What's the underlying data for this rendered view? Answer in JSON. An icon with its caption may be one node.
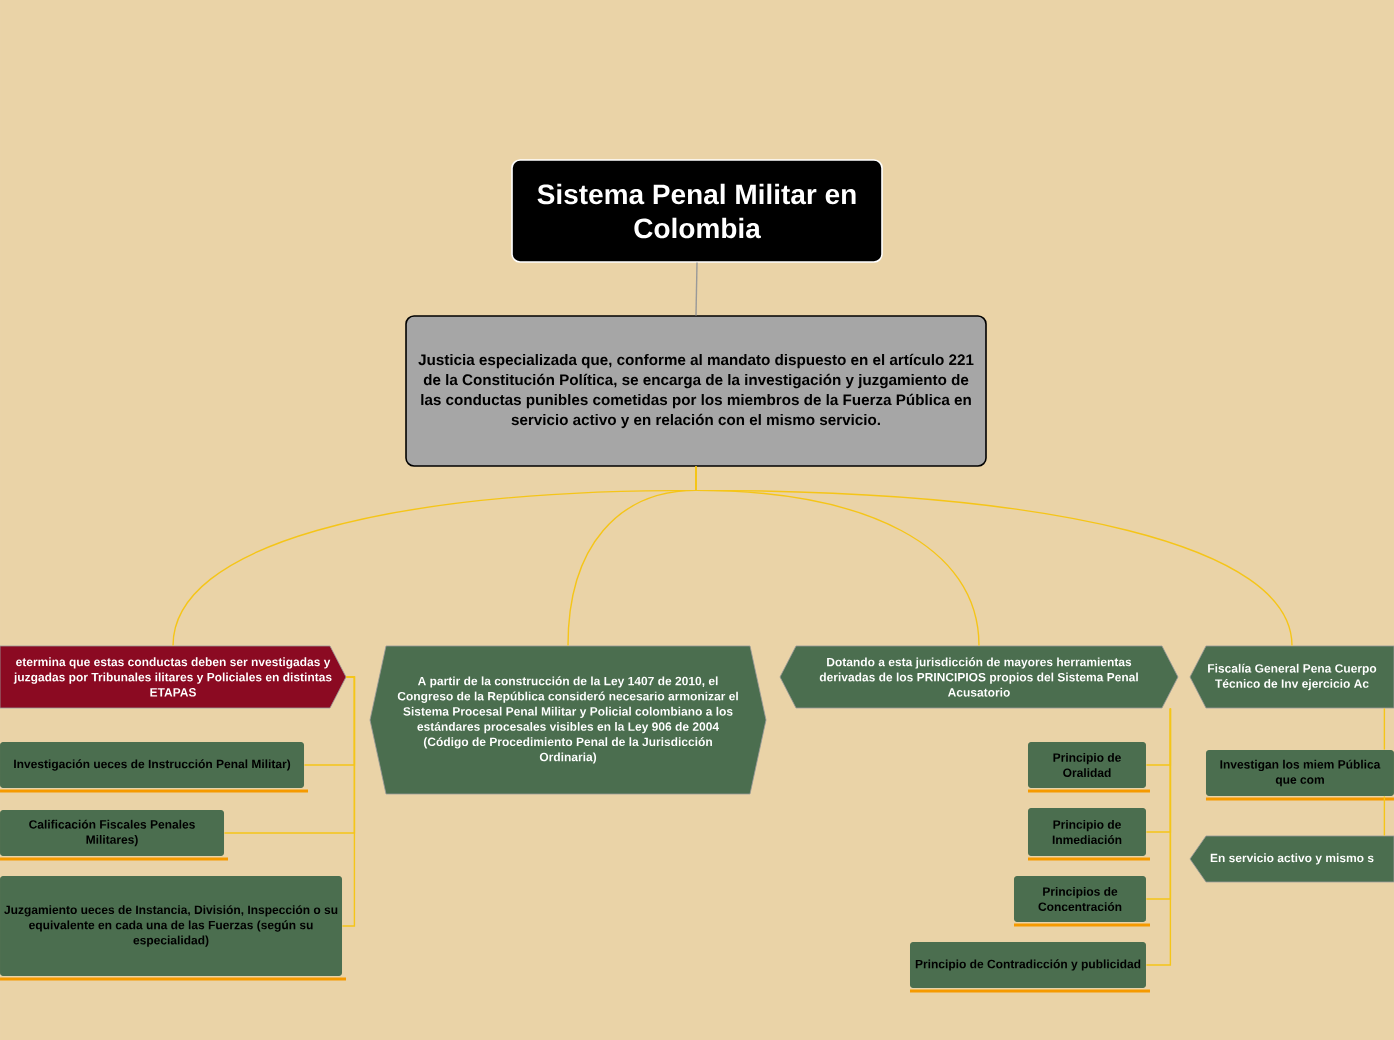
{
  "diagram": {
    "nodes": [
      {
        "text": [
          "Sistema Penal Militar en Colombia"
        ]
      },
      {
        "text": [
          "Justicia especializada que, conforme al mandato dispuesto en el artículo 221 de la Constitución Política, se encarga de la investigación y juzgamiento de las conductas punibles cometidas por los miembros de la Fuerza Pública en servicio activo y en relación con el mismo servicio."
        ]
      },
      {
        "text": [
          "etermina que estas conductas deben ser nvestigadas y juzgadas por Tribunales ilitares y Policiales en distintas ETAPAS"
        ]
      },
      {
        "text": [
          "Investigación ueces de Instrucción Penal Militar)"
        ]
      },
      {
        "text": [
          "Calificación Fiscales Penales Militares)"
        ]
      },
      {
        "text": [
          "Juzgamiento ueces de Instancia, División, Inspección o su equivalente en cada una de las Fuerzas (según su especialidad)"
        ]
      },
      {
        "text": [
          "A partir de la construcción de la Ley 1407 de 2010, el Congreso de la República consideró necesario armonizar el Sistema Procesal Penal Militar y Policial colombiano a los estándares procesales visibles en la Ley 906 de 2004 (Código de Procedimiento Penal de la Jurisdicción Ordinaria)"
        ]
      },
      {
        "text": [
          "Dotando a esta jurisdicción de mayores herramientas derivadas de los PRINCIPIOS propios del Sistema Penal Acusatorio"
        ]
      },
      {
        "text": [
          "Principio de Oralidad"
        ]
      },
      {
        "text": [
          "Principio de Inmediación"
        ]
      },
      {
        "text": [
          "Principios de Concentración"
        ]
      },
      {
        "text": [
          "Principio de Contradicción y publicidad"
        ]
      },
      {
        "text": [
          "Fiscalía General Pena Cuerpo Técnico de Inv ejercicio Ac"
        ]
      },
      {
        "text": [
          "Investigan los miem Pública que com"
        ]
      },
      {
        "text": [
          "En servicio activo y mismo s"
        ]
      }
    ],
    "edges": [
      {
        "from": 0,
        "to": 1,
        "arrow": "none",
        "color": "#999999"
      },
      {
        "from": 1,
        "to": 2,
        "arrow": "none"
      },
      {
        "from": 1,
        "to": 6,
        "arrow": "none"
      },
      {
        "from": 1,
        "to": 7,
        "arrow": "none"
      },
      {
        "from": 1,
        "to": 12,
        "arrow": "none"
      },
      {
        "from": 2,
        "to": 3,
        "arrow": "none"
      },
      {
        "from": 2,
        "to": 4,
        "arrow": "none"
      },
      {
        "from": 2,
        "to": 5,
        "arrow": "none"
      },
      {
        "from": 7,
        "to": 8,
        "arrow": "none"
      },
      {
        "from": 7,
        "to": 9,
        "arrow": "none"
      },
      {
        "from": 7,
        "to": 10,
        "arrow": "none"
      },
      {
        "from": 7,
        "to": 11,
        "arrow": "none"
      },
      {
        "from": 12,
        "to": 13,
        "arrow": "none"
      },
      {
        "from": 13,
        "to": 14,
        "arrow": "none"
      }
    ]
  }
}
